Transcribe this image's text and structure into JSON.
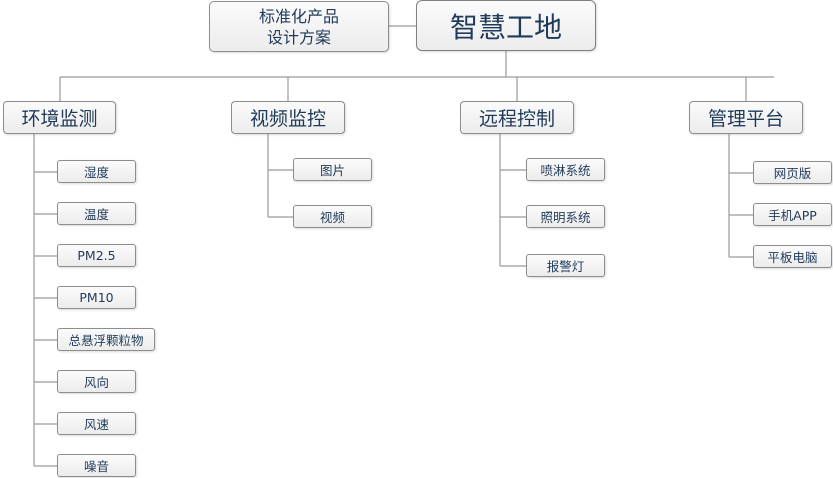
{
  "root": {
    "label": "智慧工地"
  },
  "side": {
    "label": "标准化产品\n设计方案"
  },
  "categories": [
    {
      "label": "环境监测",
      "items": [
        "湿度",
        "温度",
        "PM2.5",
        "PM10",
        "总悬浮颗粒物",
        "风向",
        "风速",
        "噪音"
      ]
    },
    {
      "label": "视频监控",
      "items": [
        "图片",
        "视频"
      ]
    },
    {
      "label": "远程控制",
      "items": [
        "喷淋系统",
        "照明系统",
        "报警灯"
      ]
    },
    {
      "label": "管理平台",
      "items": [
        "网页版",
        "手机APP",
        "平板电脑"
      ]
    }
  ],
  "colors": {
    "line": "#9a9a9a",
    "text": "#1f3a5a",
    "border": "#8d8d8d"
  }
}
